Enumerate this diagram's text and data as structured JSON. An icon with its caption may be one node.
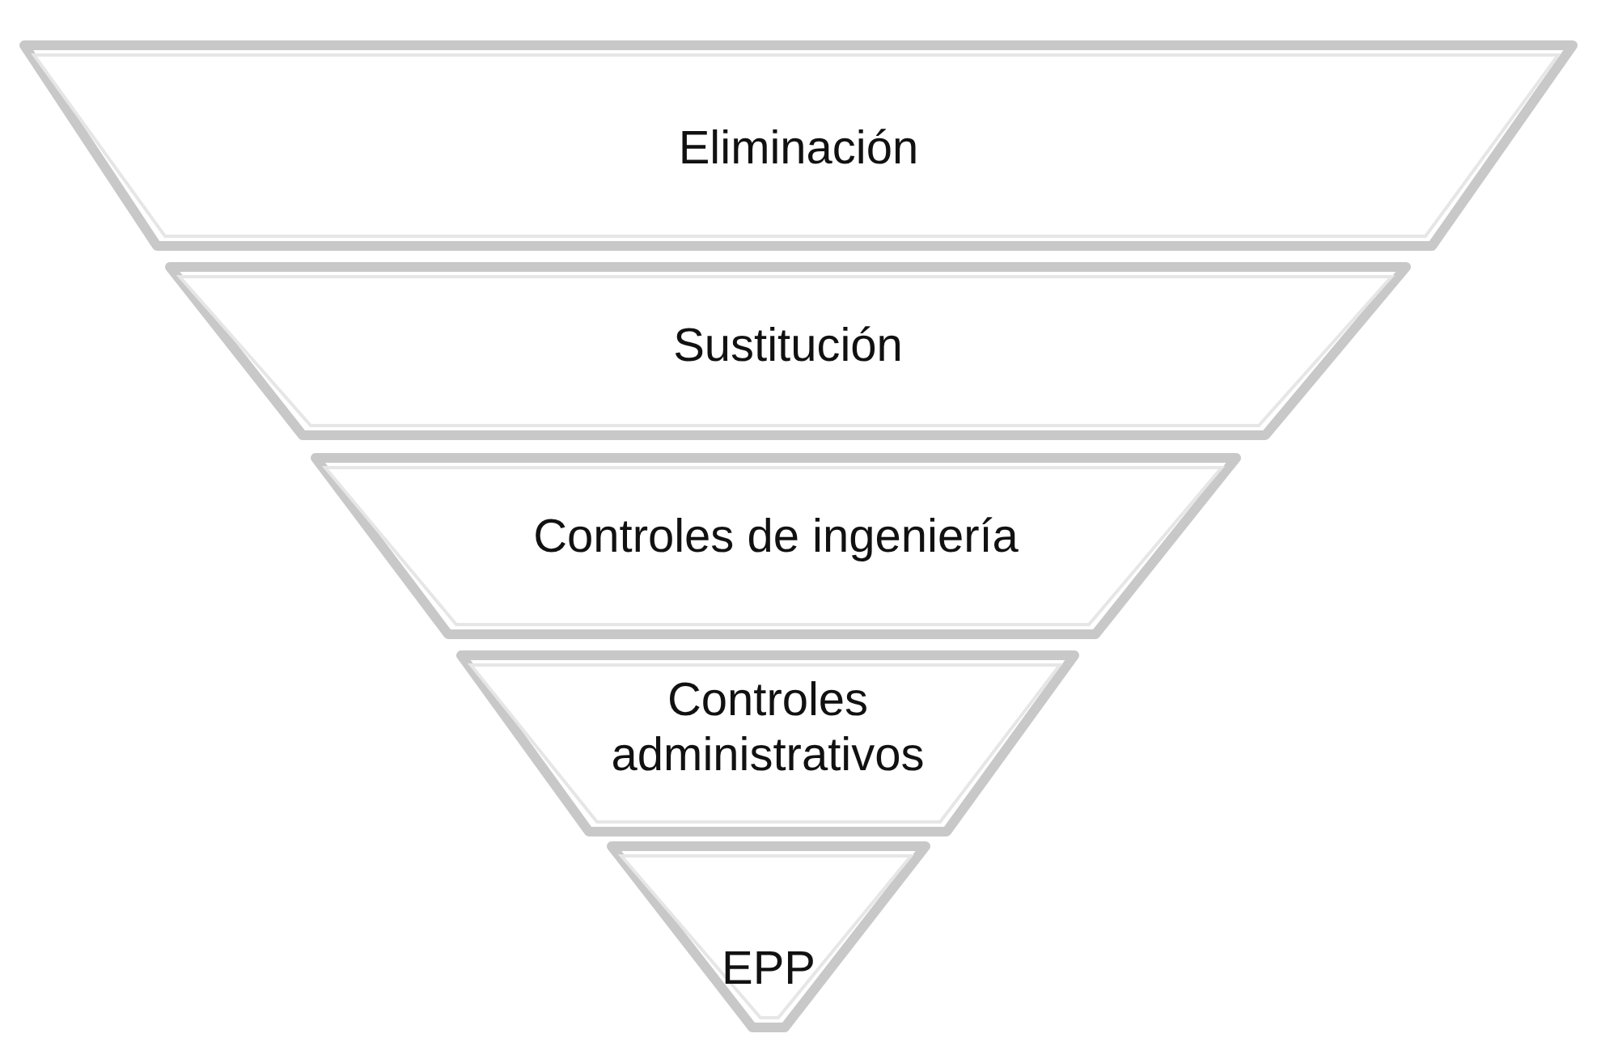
{
  "diagram": {
    "nodes": [
      {
        "text": [
          "Eliminación"
        ]
      },
      {
        "text": [
          "Sustitución"
        ]
      },
      {
        "text": [
          "Controles de ingeniería"
        ]
      },
      {
        "text": [
          "Controles administrativos"
        ]
      },
      {
        "text": [
          "EPP"
        ]
      }
    ]
  }
}
